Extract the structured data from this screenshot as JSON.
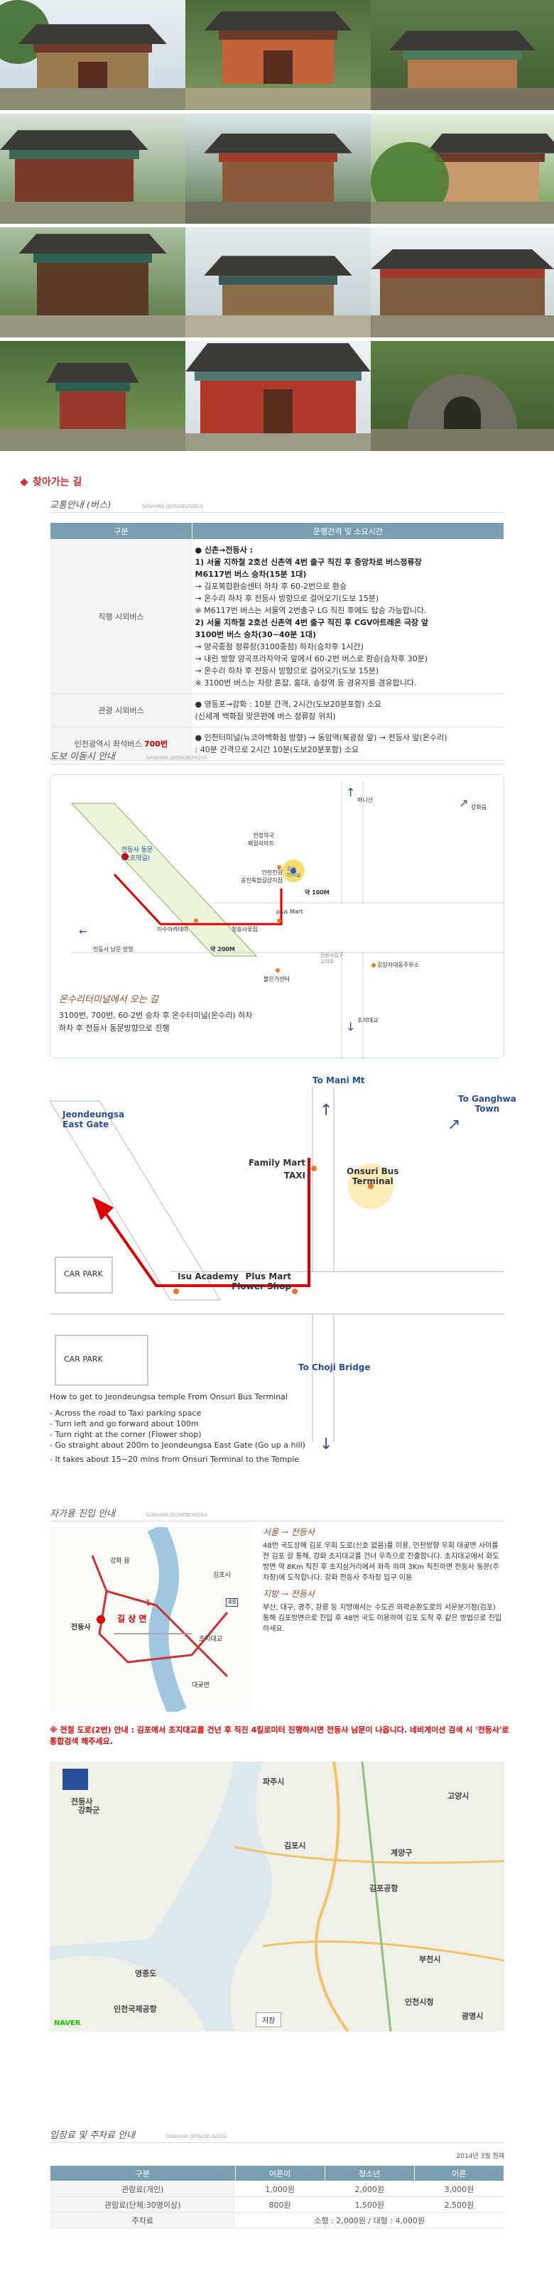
{
  "gallery": {
    "photo_count": 12
  },
  "section": {
    "title": "찾아가는 길"
  },
  "bus_info": {
    "heading": "교통안내 (버스)",
    "tiny": "GANHWA JEONDEUNGSA",
    "headers": [
      "구분",
      "운행간격 및 소요시간"
    ],
    "rows": [
      {
        "label": "직행 시외버스",
        "lines": [
          {
            "t": "● 신촌→전등사 :",
            "b": true
          },
          {
            "t": "1) 서울 지하철 2호선 신촌역 4번 출구 직진 후 중앙차로 버스정류장",
            "b": true
          },
          {
            "t": "M6117번 버스 승차(15분 1대)",
            "b": true
          },
          {
            "t": "→ 김포복합환승센터 하차 후 60-2번으로 환승",
            "b": false
          },
          {
            "t": "→ 온수리 하차 후 전등사 방향으로 걸어오기(도보 15분)",
            "b": false
          },
          {
            "t": "※ M6117번 버스는 서울역 2번출구 LG 직진 후에도 탑승 가능합니다.",
            "b": false
          },
          {
            "t": "2) 서울 지하철 2호선 신촌역 4번 출구 직진 후 CGV아트레온 극장 앞",
            "b": true
          },
          {
            "t": "3100번 버스 승차(30~40분 1대)",
            "b": true
          },
          {
            "t": "→ 양곡종점 정류장(3100종점) 하차(승차후 1시간)",
            "b": false
          },
          {
            "t": "→ 내린 방향 양곡프라자약국 앞에서 60-2번 버스로 환승(승차후 30분)",
            "b": false
          },
          {
            "t": "→ 온수리 하차 후 전등사 방향으로 걸어오기(도보 15분)",
            "b": false
          },
          {
            "t": "※ 3100번 버스는 차량 혼잡, 홍대, 송정역 등 경유지를 경유합니다.",
            "b": false
          }
        ]
      },
      {
        "label": "관광 시외버스",
        "lines": [
          {
            "t": "● 영등포→강화 : 10분 간격, 2시간(도보20분포함) 소요",
            "b": false
          },
          {
            "t": "(신세계 백화점 맞은편에 버스 정류장 위치)",
            "b": false
          }
        ]
      },
      {
        "label_prefix": "인천광역시 좌석버스 ",
        "label_red": "700번",
        "lines": [
          {
            "t": "● 인천터미널(뉴코아백화점 방향) → 동암역(북광장 앞) → 전등사 앞(온수리)",
            "b": false
          },
          {
            "t": ": 40분 간격으로 2시간 10분(도보20분포함) 소요",
            "b": false
          }
        ]
      }
    ]
  },
  "map1": {
    "heading": "도보 이동시 안내",
    "tiny": "GANHWA JEONDEUNGSA",
    "labels": {
      "east_gate": "전등사 동문\n(오르막길)",
      "pharmacy": "전정약국\n패밀리마트",
      "onsuri": "온수\n터미널",
      "academy": "이수아카데미",
      "flower": "청송사꽃집",
      "plusmart": "plus Mart",
      "am100": "약 100M",
      "am200": "약 200M",
      "south": "전등사 남문 방향",
      "mani": "마니산",
      "ganghwa": "강화읍",
      "choji": "초지대교",
      "pharmacy2": "인천전원\n옹진축협길상지점",
      "church": "불은가센터",
      "road_right": "김상자대동주유소",
      "lane": "전등사입구\n교차로",
      "caption1": "온수리터미널에서 오는 길",
      "caption2": "3100번, 700번, 60-2번 승차 후 온수터미널(온수리) 하차",
      "caption3": "하차 후 전등사 동문방향으로 진행"
    }
  },
  "map2": {
    "mani": "To Mani Mt",
    "ganghwa": "To Ganghwa\nTown",
    "east_gate": "Jeondeungsa\nEast Gate",
    "family": "Family Mart",
    "taxi": "TAXI",
    "onsuri": "Onsuri Bus\nTerminal",
    "car1": "CAR PARK",
    "car2": "CAR PARK",
    "academy": "Isu Academy",
    "plus": "Plus Mart\nFlower Shop",
    "choji": "To Choji Bridge",
    "how": "How to get to Jeondeungsa temple From Onsuri Bus Terminal",
    "steps": [
      "- Across the road to Taxi parking space",
      "- Turn left and go forward about 100m",
      "- Turn right at the corner (Flower shop)",
      "- Go straight about 200m to Jeondeungsa East Gate (Go up a hill)"
    ],
    "time": "- It takes about 15~20 mins from Onsuri Terminal to the Temple"
  },
  "car_info": {
    "heading": "자가용 진입 안내",
    "tiny": "GANHWA JEONDEUNGSA",
    "route_title": "서울 → 전등사",
    "route_text": "48번 국도상에 김포 우회 도로(신호 없음)를 이용, 인천방향 우회 대곶면 사이를 전 김포 갈 통해, 강화 초지대교를 건너 우측으로 진출합니다. 초지대교에서 화도방면 약 8Km 직진 후 초지삼거리에서 좌측 하여 3Km 직진하면 전등사 동문(주차장)에 도착합니다. 강화 전등사 주차장 입구 이용",
    "route2_title": "지방 → 전등사",
    "route2_text": "부산, 대구, 광주, 강릉 등 지방에서는 수도권 외곽순환도로의 서운분기점(김포) 통해 김포방면으로 진입 후 48번 국도 이용하여 김포 도착 후 같은 방법으로 진입하세요.",
    "map_labels": {
      "jeondeung": "전등사",
      "gilsang": "길 상 면",
      "ganghwa": "강화 읍",
      "route48": "48",
      "choji": "초지대교",
      "gimpo": "김포시",
      "daegot": "대곶면",
      "one": "1"
    },
    "notice": "※ 전철 도로(2번) 안내 : 김포에서 초지대교를 건넌 후 직진 4킬로미터 진행하시면 전등사 남문이 나옵니다. 네비게이션 검색 시 '전등사'로 통합검색 해주세요."
  },
  "naver": {
    "logo": "NAVER",
    "save": "저장",
    "places": [
      {
        "n": "강화군"
      },
      {
        "n": "김포시"
      },
      {
        "n": "고양시"
      },
      {
        "n": "파주시"
      },
      {
        "n": "인천시청"
      },
      {
        "n": "부천시"
      },
      {
        "n": "영종도"
      },
      {
        "n": "인천국제공항"
      },
      {
        "n": "광명시"
      },
      {
        "n": "전등사"
      },
      {
        "n": "김포공항"
      },
      {
        "n": "계양구"
      }
    ]
  },
  "fees": {
    "heading": "입장료 및 주차료 안내",
    "tiny": "GANHWA JEONDEUNGSA",
    "date": "2014년 3월 현재",
    "headers": [
      "구분",
      "어른이",
      "청소년",
      "어른"
    ],
    "rows": [
      [
        "관람료(개인)",
        "1,000원",
        "2,000원",
        "3,000원"
      ],
      [
        "관람료(단체:30명이상)",
        "800원",
        "1,500원",
        "2,500원"
      ]
    ],
    "parking_label": "주차료",
    "parking_value": "소형 : 2,000원  /  대형 : 4,000원"
  }
}
